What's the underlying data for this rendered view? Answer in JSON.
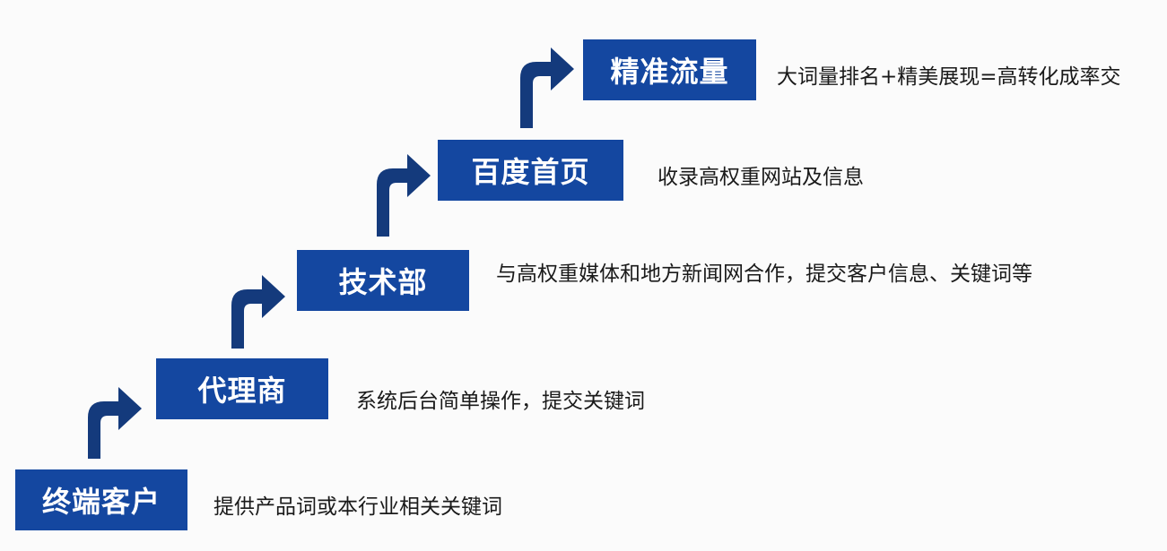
{
  "colors": {
    "box_fill": "#1447a0",
    "arrow_fill": "#143a7c",
    "box_text": "#ffffff",
    "desc_text": "#1a1a1a"
  },
  "steps": [
    {
      "label": "终端客户",
      "description": "提供产品词或本行业相关关键词"
    },
    {
      "label": "代理商",
      "description": "系统后台简单操作，提交关键词"
    },
    {
      "label": "技术部",
      "description": "与高权重媒体和地方新闻网合作，提交客户信息、关键词等"
    },
    {
      "label": "百度首页",
      "description": "收录高权重网站及信息"
    },
    {
      "label": "精准流量",
      "description": "大词量排名+精美展现=高转化成率交"
    }
  ]
}
